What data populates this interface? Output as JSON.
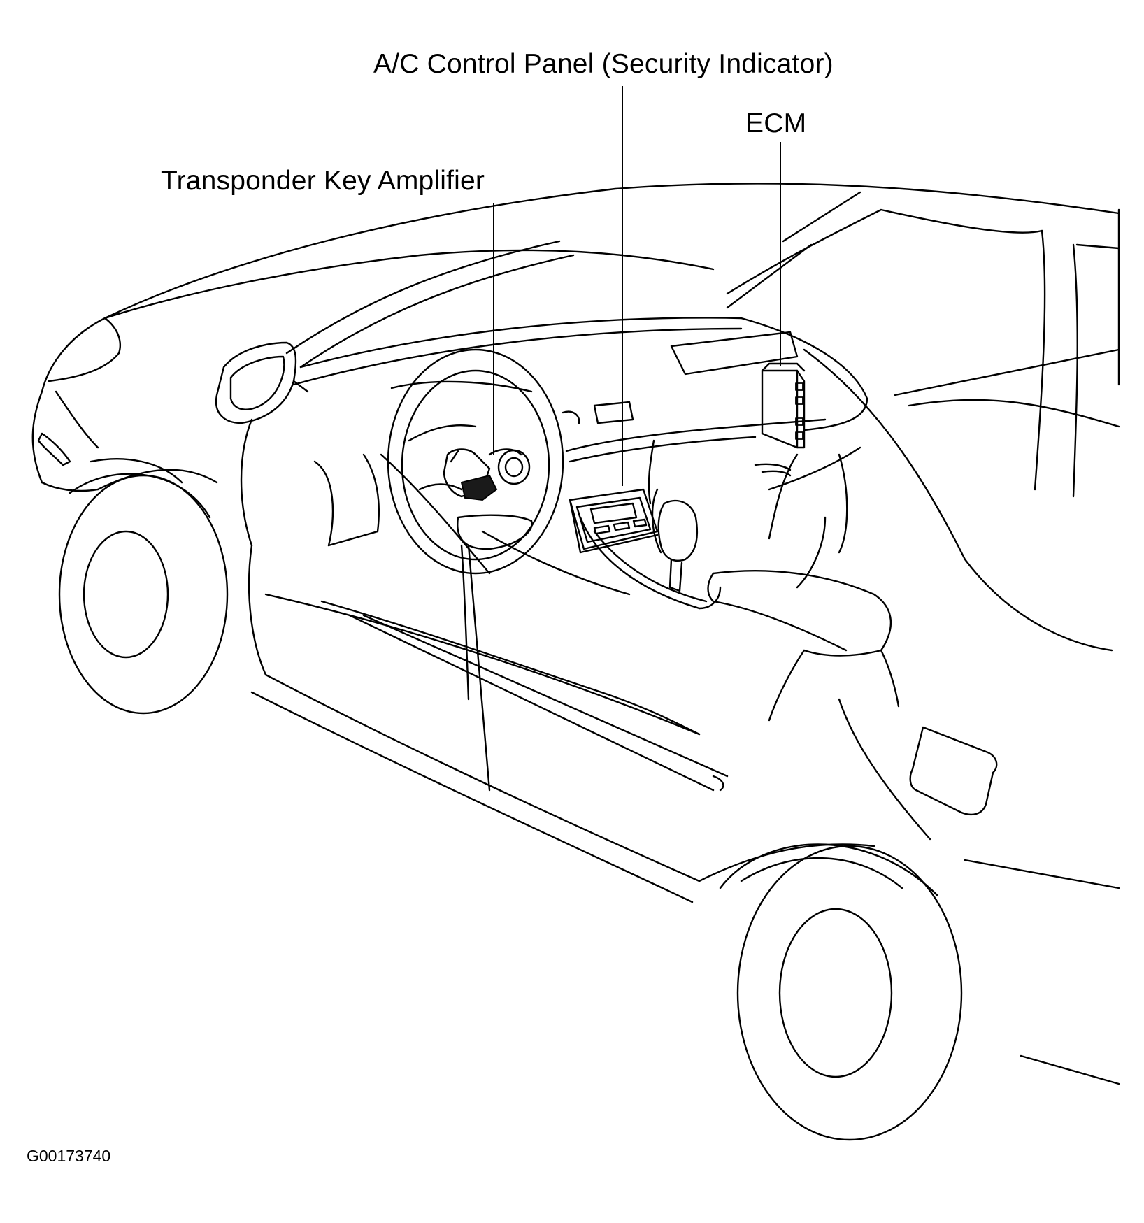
{
  "labels": {
    "ac_control_panel": "A/C Control Panel (Security Indicator)",
    "ecm": "ECM",
    "transponder_key_amplifier": "Transponder Key Amplifier"
  },
  "figure_id": "G00173740"
}
